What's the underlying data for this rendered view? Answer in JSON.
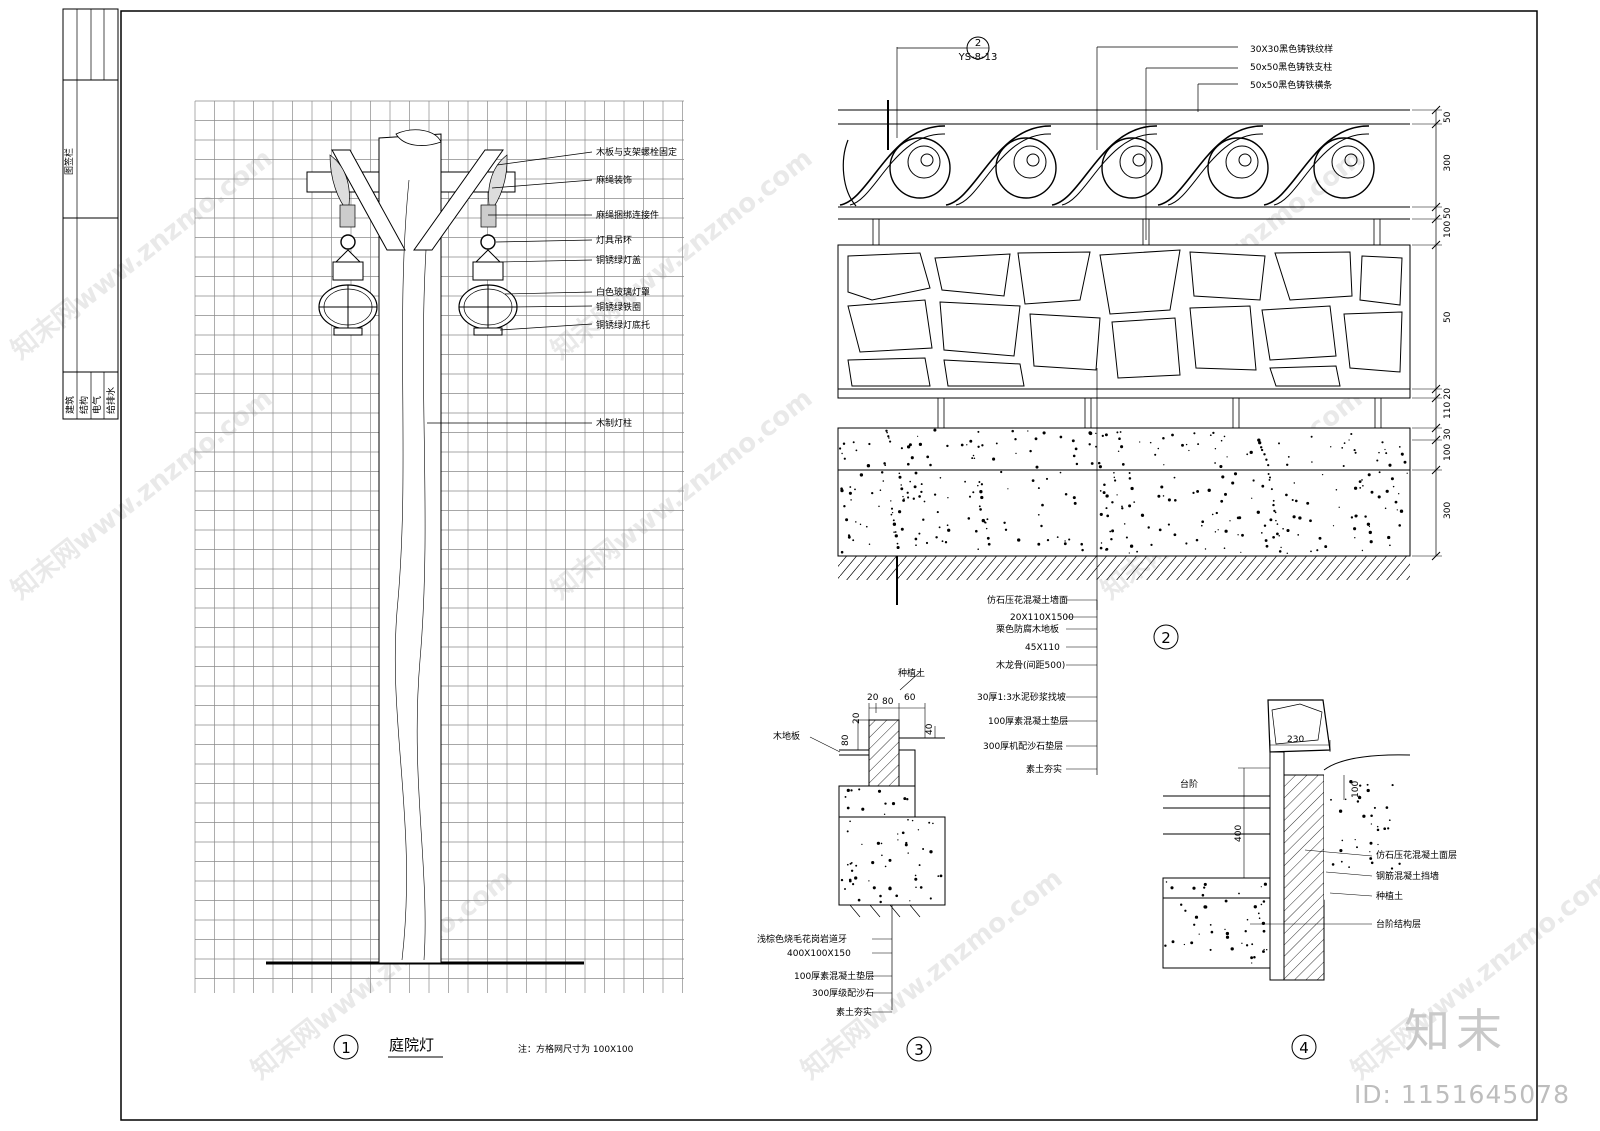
{
  "title_block": {
    "top_text": "图签栏",
    "disciplines": [
      "建筑",
      "结构",
      "电气",
      "给排水"
    ]
  },
  "detail1": {
    "number": "1",
    "title": "庭院灯",
    "note": "注：方格网尺寸为 100X100",
    "labels": [
      "木板与支架螺栓固定",
      "麻绳装饰",
      "麻绳捆绑连接件",
      "灯具吊环",
      "铜锈绿灯盖",
      "白色玻璃灯罩",
      "铜锈绿铁圈",
      "铜锈绿灯底托",
      "木制灯柱"
    ]
  },
  "detail2": {
    "number": "2",
    "ref_top": "2",
    "ref_bottom": "YS-8-13",
    "top_labels": [
      "30X30黑色铸铁纹样",
      "50x50黑色铸铁支柱",
      "50x50黑色铸铁横条"
    ],
    "bottom_labels": [
      "仿石压花混凝土墙面",
      "20X110X1500",
      "栗色防腐木地板",
      "45X110",
      "木龙骨(间距500)",
      "30厚1:3水泥砂浆找坡",
      "100厚素混凝土垫层",
      "300厚机配沙石垫层",
      "素土夯实"
    ],
    "dims": [
      "50",
      "300",
      "50",
      "100",
      "50",
      "20",
      "110",
      "30",
      "100",
      "300"
    ]
  },
  "detail3": {
    "number": "3",
    "top_label": "种植土",
    "side_label": "木地板",
    "dims_top": [
      "20",
      "80",
      "60"
    ],
    "dims_side": [
      "80",
      "20",
      "40"
    ],
    "bottom_labels": [
      "浅棕色烧毛花岗岩道牙",
      "400X100X150",
      "100厚素混凝土垫层",
      "300厚级配沙石",
      "素土夯实"
    ]
  },
  "detail4": {
    "number": "4",
    "side_label": "台阶",
    "dims": [
      "230",
      "400",
      "100"
    ],
    "labels": [
      "仿石压花混凝土面层",
      "钢筋混凝土挡墙",
      "种植土",
      "台阶结构层"
    ]
  },
  "watermark": "知末网www.znzmo.com",
  "logo": "知末",
  "id_text": "ID: 1151645078"
}
